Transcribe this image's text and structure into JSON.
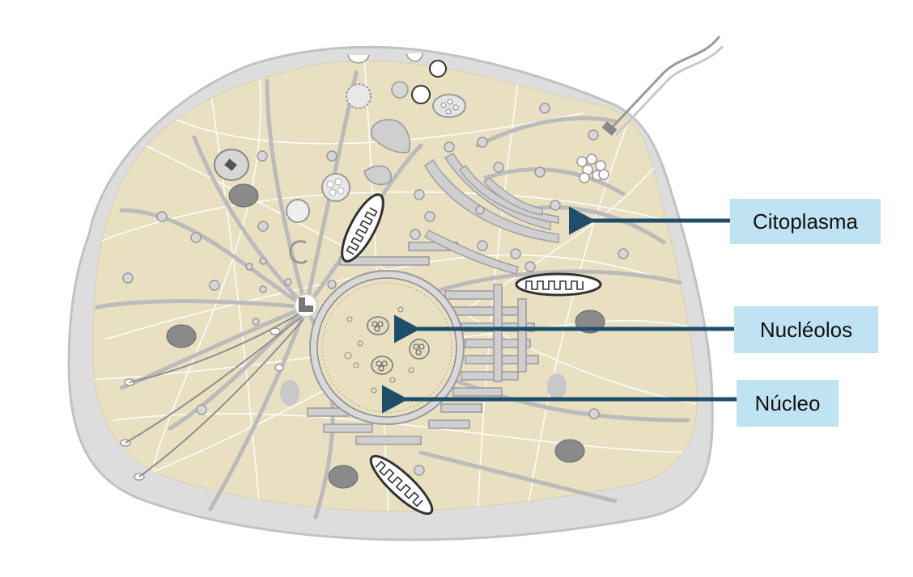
{
  "labels": {
    "cytoplasm": "Citoplasma",
    "nucleoli": "Nucléolos",
    "nucleus": "Núcleo"
  },
  "colors": {
    "cytoplasm_fill": "#e9dfc1",
    "membrane_fill": "#dcdcdc",
    "label_box": "#bfe3f2",
    "arrow": "#1f4e6b"
  }
}
